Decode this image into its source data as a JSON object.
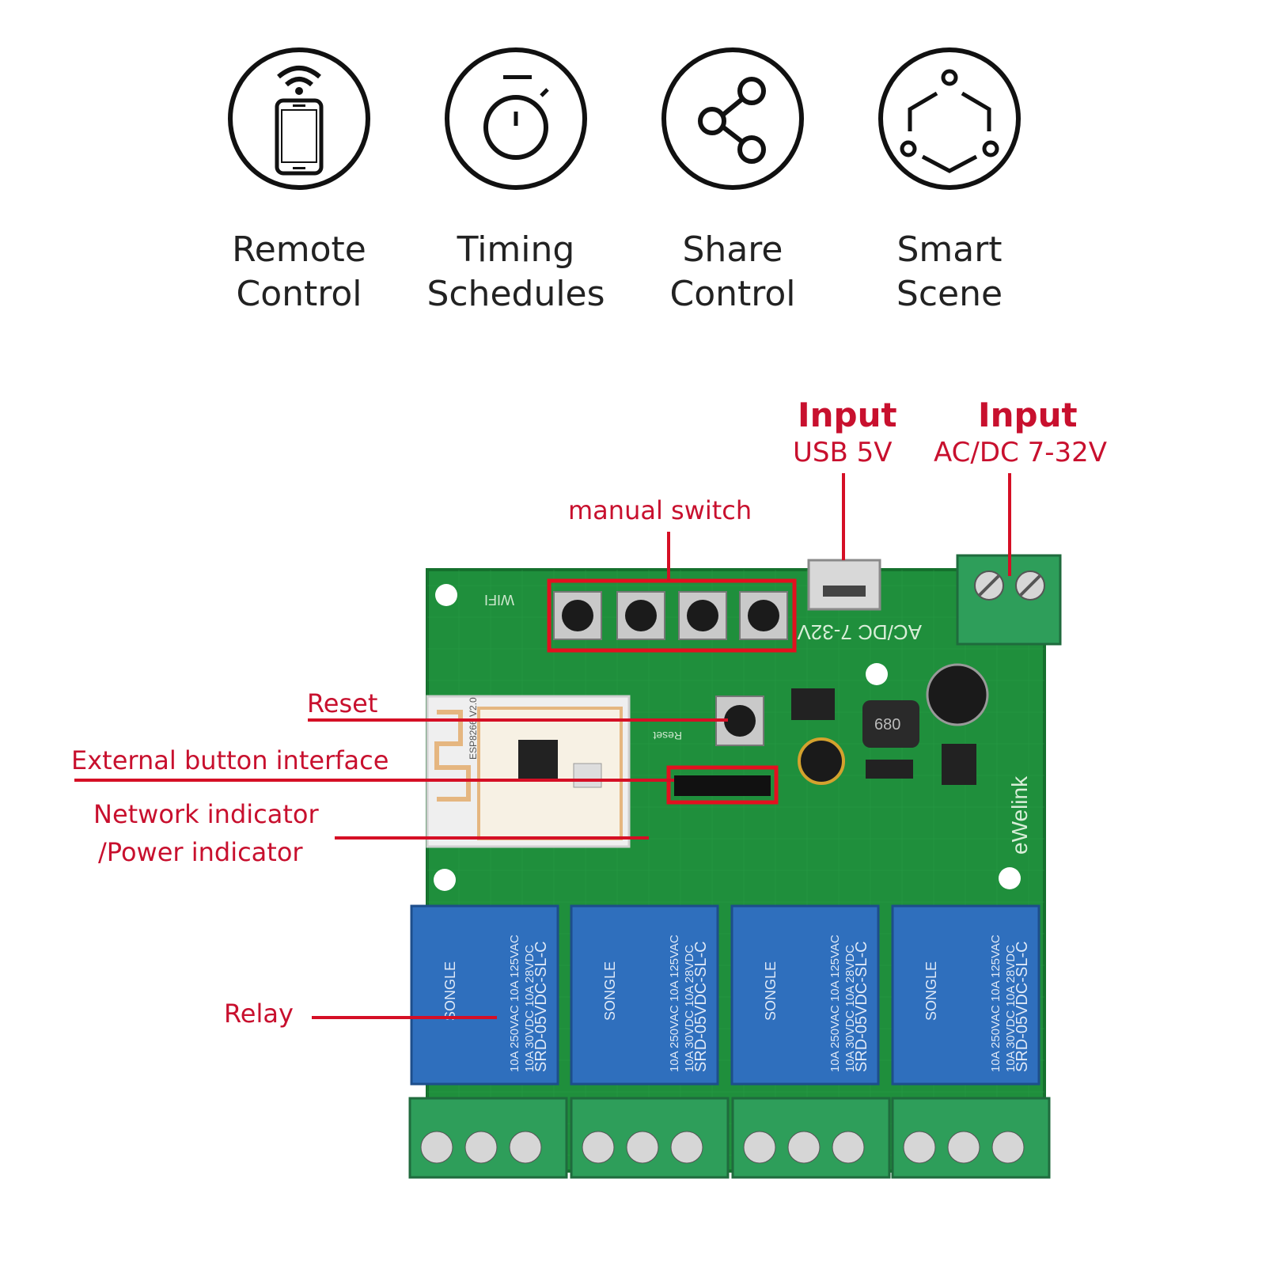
{
  "features": [
    {
      "icon": "phone-wifi-icon",
      "line1": "Remote",
      "line2": "Control"
    },
    {
      "icon": "stopwatch-icon",
      "line1": "Timing",
      "line2": "Schedules"
    },
    {
      "icon": "share-icon",
      "line1": "Share",
      "line2": "Control"
    },
    {
      "icon": "smart-scene-icon",
      "line1": "Smart",
      "line2": "Scene"
    }
  ],
  "annotations": {
    "usb_title": "Input",
    "usb_sub": "USB 5V",
    "acdc_title": "Input",
    "acdc_sub": "AC/DC 7-32V",
    "manual_switch": "manual switch",
    "reset": "Reset",
    "external_button": "External button interface",
    "network_line1": "Network indicator",
    "network_line2": "/Power indicator",
    "relay": "Relay"
  },
  "board": {
    "brand": "eWelink",
    "voltage_marking": "AC/DC 7-32V",
    "wifi_marking": "WIFI",
    "reset_marking": "Reset",
    "relay_maker": "SONGLE",
    "relay_model": "SRD-05VDC-SL-C",
    "relay_rating1": "10A 250VAC 10A 125VAC",
    "relay_rating2": "10A 30VDC 10A 28VDC",
    "inductor_marking": "680",
    "module_marking": "ESP8266 V2.0"
  },
  "colors": {
    "accent": "#c8102e",
    "pcb": "#1f8f3c",
    "relay": "#2f6fbd",
    "terminal": "#2e9e5a"
  }
}
